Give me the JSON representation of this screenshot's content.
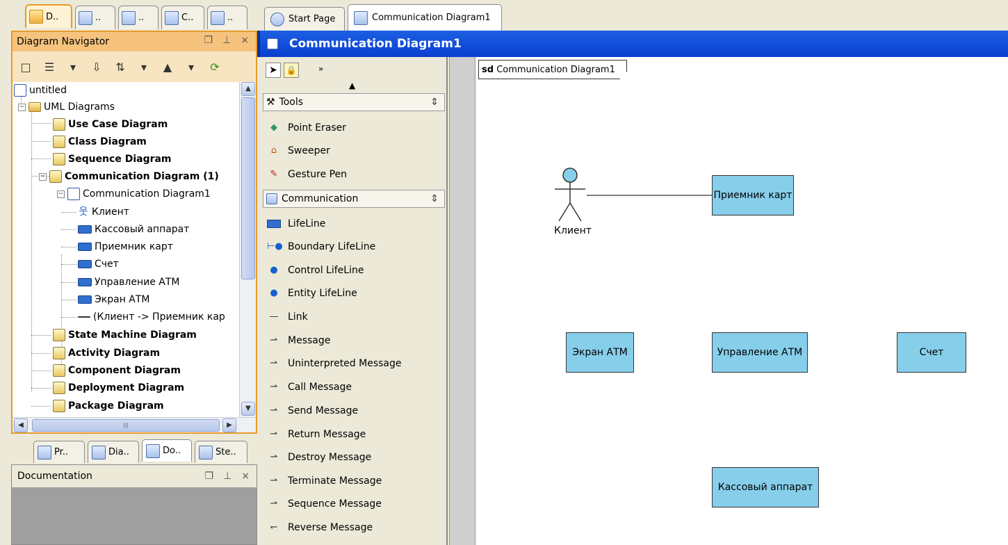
{
  "top_left_tabs": [
    "D..",
    "..",
    "..",
    "C..",
    ".."
  ],
  "navigator": {
    "title": "Diagram Navigator",
    "tree": {
      "root": "untitled",
      "uml_diagrams": "UML Diagrams",
      "use_case": "Use Case Diagram",
      "class": "Class Diagram",
      "sequence": "Sequence Diagram",
      "communication": "Communication Diagram (1)",
      "comm_diagram1": "Communication Diagram1",
      "children": [
        "Клиент",
        "Кассовый аппарат",
        "Приемник карт",
        "Счет",
        "Управление АТМ",
        "Экран АТМ",
        "(Клиент -> Приемник кар"
      ],
      "state_machine": "State Machine Diagram",
      "activity": "Activity Diagram",
      "component": "Component Diagram",
      "deployment": "Deployment Diagram",
      "package": "Package Diagram"
    }
  },
  "bottom_tabs": [
    "Pr..",
    "Dia..",
    "Do..",
    "Ste.."
  ],
  "documentation": {
    "title": "Documentation"
  },
  "editor_tabs": {
    "start_page": "Start Page",
    "diagram": "Communication Diagram1"
  },
  "editor_title": "Communication Diagram1",
  "palette": {
    "tools_group": "Tools",
    "tools": [
      "Point Eraser",
      "Sweeper",
      "Gesture Pen"
    ],
    "communication_group": "Communication",
    "items": [
      "LifeLine",
      "Boundary LifeLine",
      "Control LifeLine",
      "Entity LifeLine",
      "Link",
      "Message",
      "Uninterpreted Message",
      "Call Message",
      "Send Message",
      "Return Message",
      "Destroy Message",
      "Terminate Message",
      "Sequence Message",
      "Reverse Message"
    ]
  },
  "canvas": {
    "frame_keyword": "sd",
    "frame_name": "Communication Diagram1",
    "actor": "Клиент",
    "lifelines": {
      "card_reader": "Приемник карт",
      "screen": "Экран АТМ",
      "control": "Управление АТМ",
      "account": "Счет",
      "cash": "Кассовый аппарат"
    },
    "lifeline_color": "#87ceeb"
  },
  "colors": {
    "accent": "#e89a2c",
    "title_bar": "#0a3fcf"
  }
}
